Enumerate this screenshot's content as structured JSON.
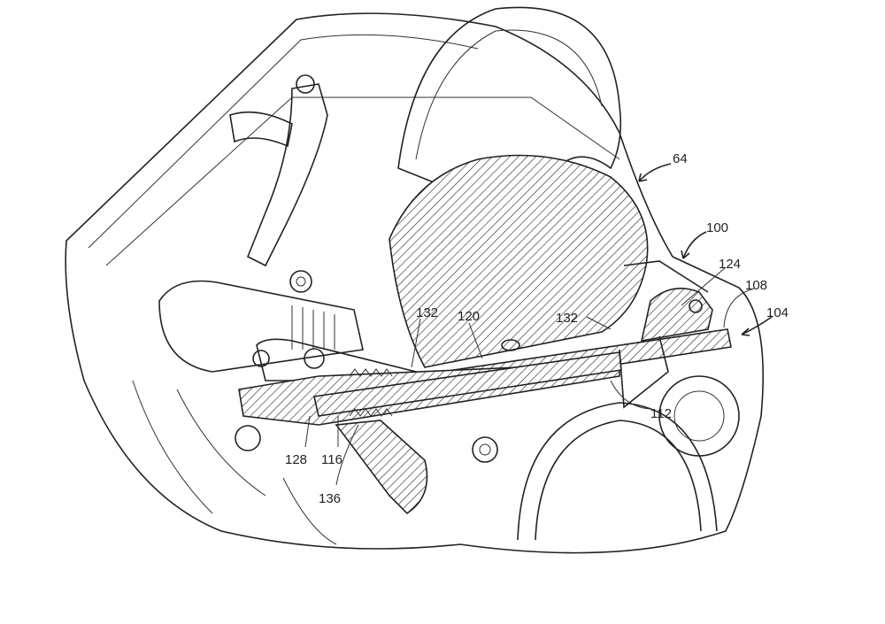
{
  "figure": {
    "type": "patent-drawing",
    "line_color": "#222222",
    "labels": {
      "l64": "64",
      "l100": "100",
      "l124": "124",
      "l108": "108",
      "l104": "104",
      "l132a": "132",
      "l120": "120",
      "l132b": "132",
      "l112": "112",
      "l128": "128",
      "l116": "116",
      "l136": "136"
    }
  }
}
